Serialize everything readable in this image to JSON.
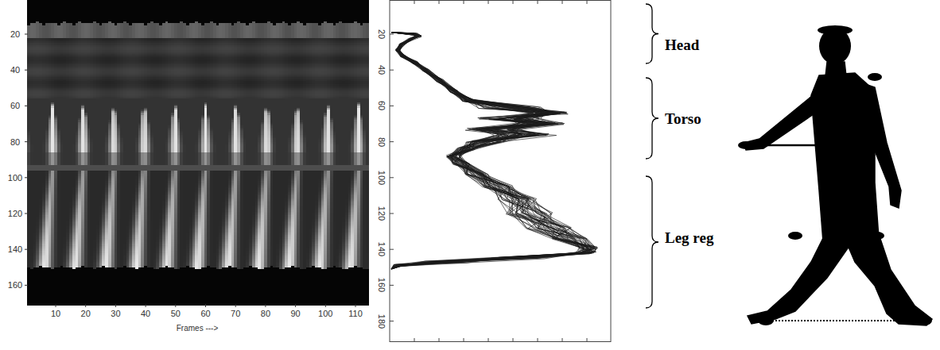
{
  "diagram": {
    "labels": [
      "20",
      "40",
      "60",
      "80",
      "100",
      "120",
      "140",
      "160",
      "10",
      "20",
      "30",
      "40",
      "50",
      "60",
      "70",
      "80",
      "90",
      "100",
      "110",
      "Frames --->",
      "20",
      "40",
      "60",
      "80",
      "100",
      "120",
      "140",
      "160",
      "180",
      "Head",
      "Torso",
      "Leg reg"
    ]
  }
}
